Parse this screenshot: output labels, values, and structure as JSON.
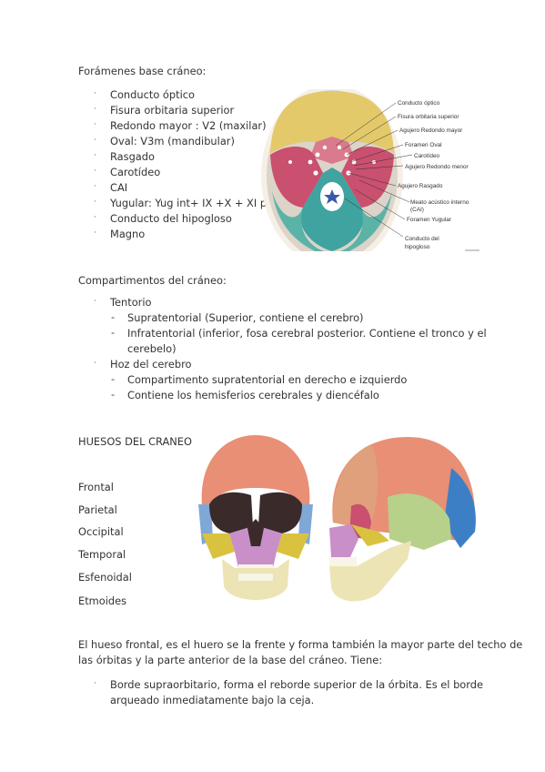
{
  "foramenes": {
    "title": "Forámenes base cráneo:",
    "items": [
      "Conducto óptico",
      "Fisura orbitaria superior",
      "Redondo mayor : V2 (maxilar)",
      "Oval: V3m (mandibular)",
      "Rasgado",
      "Carotídeo",
      "CAI",
      "Yugular: Yug int+ IX +X + XI pc",
      "Conducto del hipogloso",
      "Magno"
    ],
    "figure_labels": [
      "Conducto óptico",
      "Fisura orbitaria superior",
      "Agujero Redondo mayor",
      "Foramen Oval",
      "Carotídeo",
      "Agujero Redondo menor",
      "Agujero Rasgado",
      "Meato acústico interno",
      "(CAI)",
      "Foramen Yugular",
      "Conducto del",
      "hipogloso"
    ]
  },
  "compartimentos": {
    "title": "Compartimentos del cráneo:",
    "tentorio": "Tentorio",
    "tentorio_sub1": "Supratentorial (Superior, contiene el cerebro)",
    "tentorio_sub2_line1": "Infratentorial (inferior, fosa cerebral posterior. Contiene el tronco y el",
    "tentorio_sub2_line2": "cerebelo)",
    "hoz": "Hoz del cerebro",
    "hoz_sub1": "Compartimento supratentorial en derecho e izquierdo",
    "hoz_sub2": "Contiene los hemisferios cerebrales y diencéfalo"
  },
  "huesos": {
    "title": "HUESOS DEL CRANEO",
    "list": [
      "Frontal",
      "Parietal",
      "Occipital",
      "Temporal",
      "Esfenoidal",
      "Etmoides"
    ]
  },
  "frontal": {
    "para_line1": "El hueso frontal, es el huero se la frente y forma también la mayor parte del techo de",
    "para_line2": "las órbitas y la parte anterior de la base del cráneo. Tiene:",
    "bullet_line1": "Borde supraorbitario, forma el reborde superior de la órbita. Es el borde",
    "bullet_line2": "arqueado inmediatamente bajo la ceja."
  },
  "colors": {
    "frontal": "#e3c96a",
    "sphenoid": "#d97a8e",
    "temporal_fossa": "#c9506e",
    "occipital": "#3fa3a0",
    "parietal": "#e88f76",
    "zygomatic": "#d9c23f",
    "maxilla": "#c98fc9",
    "mandible": "#ece4b5",
    "temporal_lat": "#b7d08a",
    "occipital_lat": "#3d7fc4"
  }
}
